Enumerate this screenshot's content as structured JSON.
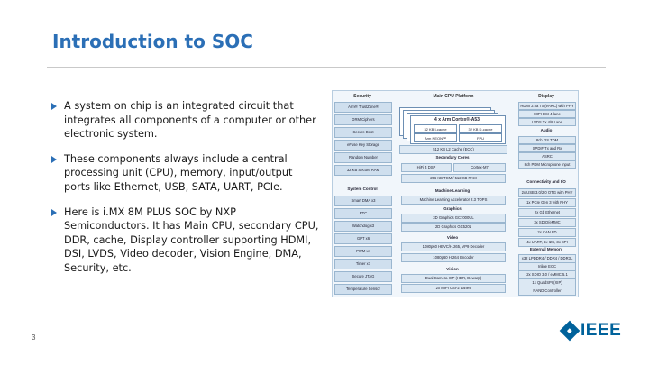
{
  "slide": {
    "title": "Introduction to SOC",
    "bullets": [
      {
        "parts": [
          {
            "text": "A system on chip",
            "bold": false
          },
          {
            "text": " is an integrated circuit that integrates all components of a computer or other electronic system.",
            "bold": false
          }
        ]
      },
      {
        "parts": [
          {
            "text": "These components always include a central processing unit (CPU), memory, input/output ports like Ethernet, USB, SATA, UART, PCIe.",
            "bold": false
          }
        ]
      },
      {
        "parts": [
          {
            "text": "Here is i.MX 8M PLUS SOC by NXP Semiconductors. It has Main CPU, secondary CPU, DDR, cache, Display controller supporting HDMI, DSI, LVDS, Video decoder, Vision Engine, DMA, Security, etc.",
            "bold": false
          }
        ]
      }
    ],
    "page_number": "3",
    "logo_text": "IEEE",
    "accent_color": "#2b6fb6",
    "logo_color": "#00629b"
  },
  "diagram": {
    "headers": {
      "security": "Security",
      "main_cpu": "Main CPU Platform",
      "display": "Display"
    },
    "security_blocks": [
      "Arm® TrustZone®",
      "DRM Ciphers",
      "Secure Boot",
      "eFuse Key Storage",
      "Random Number",
      "32 KB Secure RAM"
    ],
    "system_control_label": "System Control",
    "system_control_blocks": [
      "Smart DMA x3",
      "RTC",
      "Watchdog x3",
      "GPT x6",
      "PWM x4",
      "Timer x7",
      "Secure JTAG",
      "Temperature Sensor"
    ],
    "cpu": {
      "label": "4 x Arm Cortex®-A53",
      "l1i": "32 KB I-cache",
      "l1d": "32 KB D-cache",
      "neon": "Arm NEON™",
      "fpu": "FPU",
      "l2": "512 KB L2 Cache (ECC)"
    },
    "secondary": {
      "label": "Secondary Cores",
      "a": "HiFi 4 DSP",
      "b": "Cortex-M7"
    },
    "secondary_ram": "256 KB TCM / 512 KB RAM",
    "ml": {
      "label": "Machine Learning",
      "npu": "Machine Learning Accelerator 2.3 TOPS"
    },
    "graphics": {
      "label": "Graphics",
      "g3d": "3D Graphics GC7000UL",
      "g2d": "2D Graphics GC520L"
    },
    "video": {
      "label": "Video",
      "dec": "1080p60 HEVC/H.265, VP9 Decoder",
      "enc": "1080p60 H.264 Encoder"
    },
    "vision": {
      "label": "Vision",
      "isp": "Dual Camera ISP (HDR, Dewarp)",
      "csi": "2x MIPI CSI-2 Lanes"
    },
    "display_blocks": [
      "HDMI 2.0a Tx (eARC) with PHY",
      "MIPI DSI 4-lane",
      "LVDS Tx 4/8 Lane",
      "Audio",
      "8ch I2S TDM",
      "SPDIF Tx and Rx",
      "ASRC",
      "8ch PDM Microphone Input"
    ],
    "connectivity_label": "Connectivity and I/O",
    "connectivity_blocks": [
      "2x USB 3.0/2.0 OTG with PHY",
      "1x PCIe Gen 3 with PHY",
      "2x Gb Ethernet",
      "3x SDIO/eMMC",
      "2x CAN FD",
      "4x UART, 6x I2C, 3x SPI"
    ],
    "memory_label": "External Memory",
    "memory_blocks": [
      "x32 LPDDR4 / DDR4 / DDR3L",
      "Inline ECC",
      "2x SDIO 3.0 / eMMC 5.1",
      "1x QuadSPI (XIP)",
      "NAND Controller"
    ]
  }
}
